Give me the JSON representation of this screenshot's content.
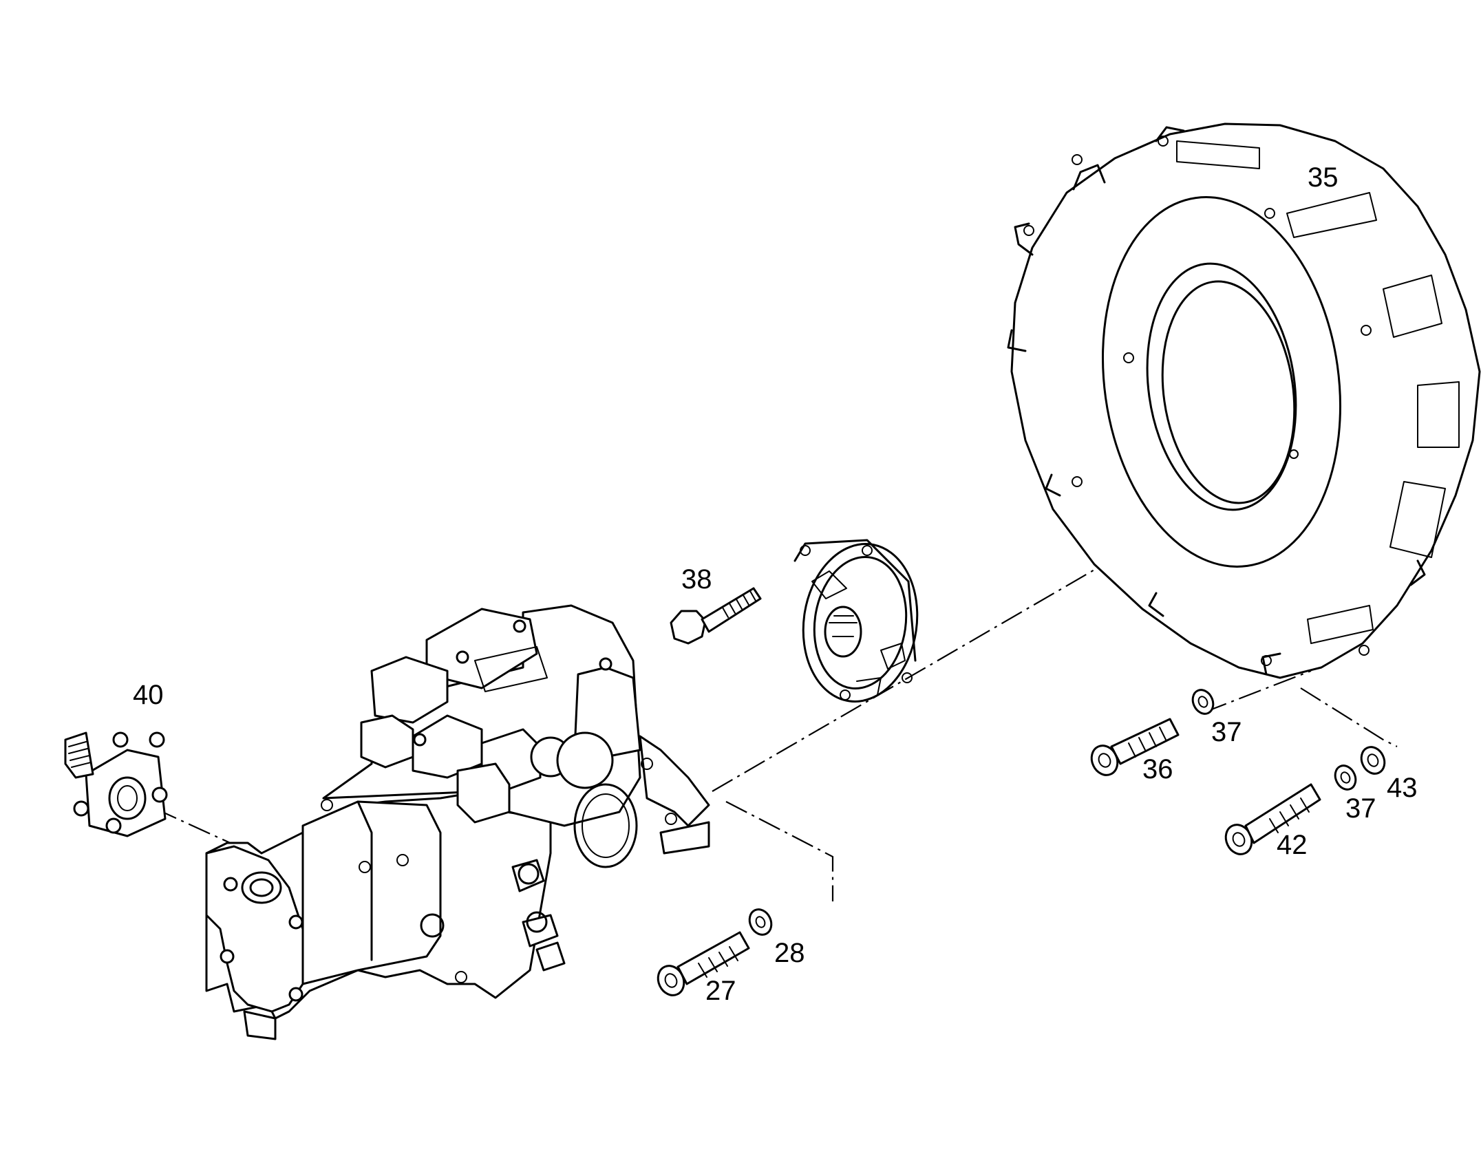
{
  "diagram": {
    "type": "exploded parts diagram",
    "callouts": {
      "c35": "35",
      "c38": "38",
      "c40": "40",
      "c37a": "37",
      "c36": "36",
      "c43": "43",
      "c37b": "37",
      "c42": "42",
      "c28": "28",
      "c27": "27"
    }
  }
}
